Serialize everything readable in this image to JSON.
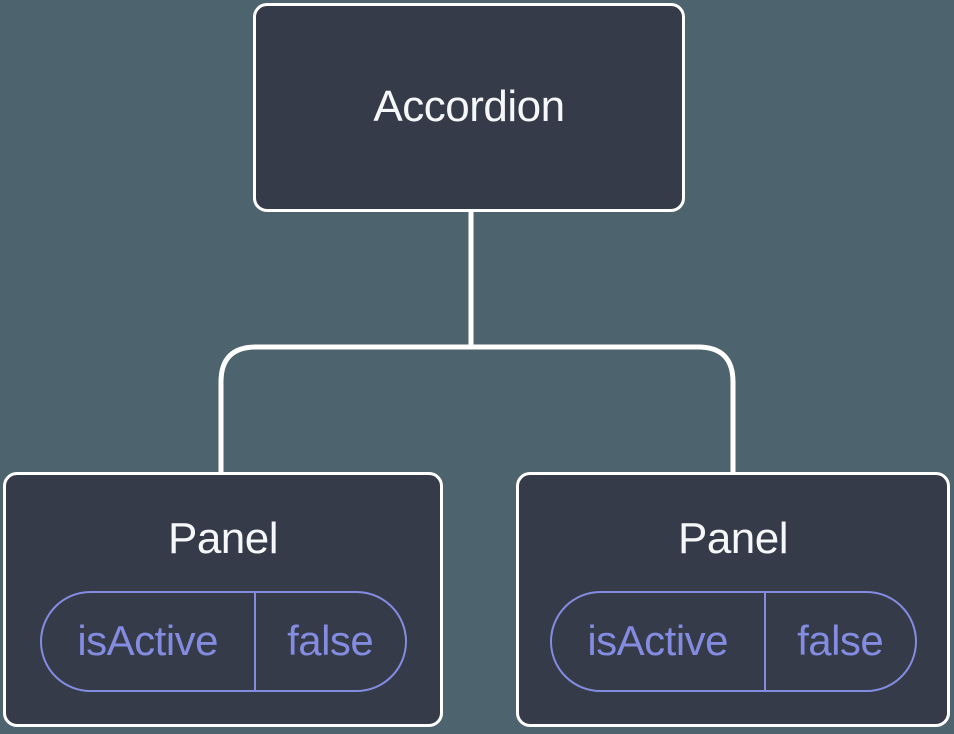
{
  "tree": {
    "root": {
      "label": "Accordion",
      "children": [
        {
          "label": "Panel",
          "state": {
            "name": "isActive",
            "value": "false"
          }
        },
        {
          "label": "Panel",
          "state": {
            "name": "isActive",
            "value": "false"
          }
        }
      ]
    }
  },
  "colors": {
    "background": "#4d646e",
    "node_fill": "#353b48",
    "node_border": "#ffffff",
    "connector_line": "#ffffff",
    "node_title_text": "#f6f7f9",
    "state_accent": "#838ce0"
  }
}
